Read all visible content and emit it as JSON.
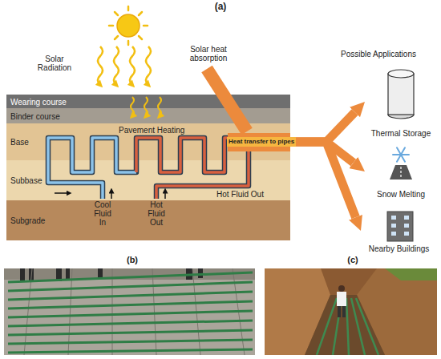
{
  "diagram": {
    "nodes": [
      {
        "text": [
          "Wearing course"
        ]
      },
      {
        "text": [
          "Binder course"
        ]
      },
      {
        "text": [
          "Base",
          "Pavement Heating"
        ]
      },
      {
        "text": [
          "Subbase"
        ]
      },
      {
        "text": [
          "Subgrade"
        ]
      },
      {
        "text": [
          "Thermal Storage"
        ]
      },
      {
        "text": [
          "Snow Melting"
        ]
      },
      {
        "text": [
          "Nearby Buildings"
        ]
      }
    ],
    "edges": [
      {
        "from": 2,
        "to": 5,
        "arrow": "to"
      },
      {
        "from": 2,
        "to": 6,
        "arrow": "to"
      },
      {
        "from": 2,
        "to": 7,
        "arrow": "to"
      }
    ],
    "labels": [
      "(a)",
      "Solar Radiation",
      "Solar heat absorption",
      "Heat transfer to pipes",
      "Cool Fluid In",
      "Hot Fluid Out",
      "Hot Fluid Out",
      "Possible Applications",
      "(b)",
      "(c)"
    ]
  }
}
